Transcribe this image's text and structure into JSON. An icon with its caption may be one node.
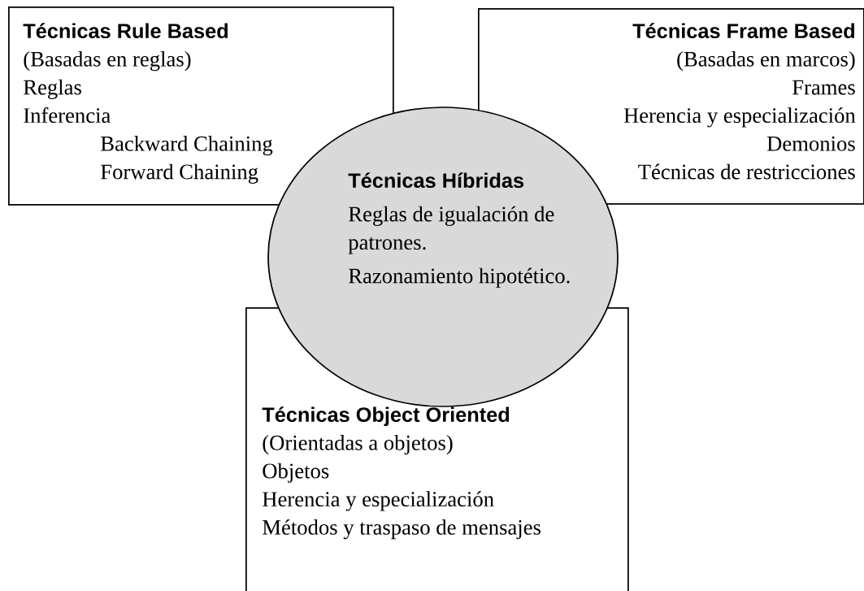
{
  "diagram": {
    "nodes": [
      {
        "text": [
          "Técnicas Rule Based",
          "(Basadas en reglas)",
          "Reglas",
          "Inferencia",
          "Backward Chaining",
          "Forward Chaining"
        ]
      },
      {
        "text": [
          "Técnicas Frame Based",
          "(Basadas en marcos)",
          "Frames",
          "Herencia y especialización",
          "Demonios",
          "Técnicas de restricciones"
        ]
      },
      {
        "text": [
          "Técnicas Híbridas",
          "Reglas de igualación de patrones.",
          "Razonamiento hipotético."
        ]
      },
      {
        "text": [
          "Técnicas Object Oriented",
          "(Orientadas a objetos)",
          "Objetos",
          "Herencia y especialización",
          "Métodos y traspaso de mensajes"
        ]
      }
    ]
  }
}
